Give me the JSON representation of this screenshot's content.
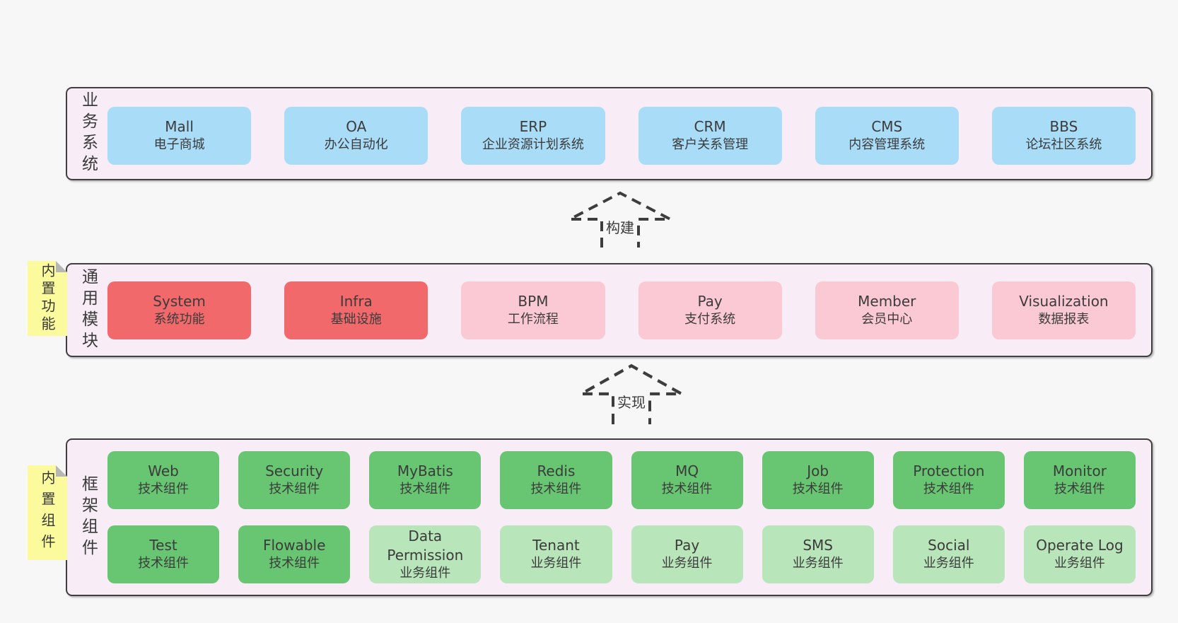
{
  "page": {
    "background": "#f7f7f7"
  },
  "colors": {
    "container_bg": "#f8edf6",
    "container_border": "#3f3f3f",
    "box_text": "#3b3b3b",
    "blue": "#a9dcf7",
    "red": "#f2696c",
    "pink": "#fbc9d3",
    "green": "#68c571",
    "green_light": "#b9e5ba",
    "note_bg": "#fbfb9e",
    "note_fold": "#b6b6b6",
    "arrow_stroke": "#3d3d3d"
  },
  "arrows": [
    {
      "label": "构建"
    },
    {
      "label": "实现"
    }
  ],
  "layers": [
    {
      "label": "业务系统",
      "boxes": [
        {
          "name": "Mall",
          "desc": "电子商城"
        },
        {
          "name": "OA",
          "desc": "办公自动化"
        },
        {
          "name": "ERP",
          "desc": "企业资源计划系统"
        },
        {
          "name": "CRM",
          "desc": "客户关系管理"
        },
        {
          "name": "CMS",
          "desc": "内容管理系统"
        },
        {
          "name": "BBS",
          "desc": "论坛社区系统"
        }
      ]
    },
    {
      "label": "通用模块",
      "note": "内置功能",
      "boxes": [
        {
          "name": "System",
          "desc": "系统功能"
        },
        {
          "name": "Infra",
          "desc": "基础设施"
        },
        {
          "name": "BPM",
          "desc": "工作流程"
        },
        {
          "name": "Pay",
          "desc": "支付系统"
        },
        {
          "name": "Member",
          "desc": "会员中心"
        },
        {
          "name": "Visualization",
          "desc": "数据报表"
        }
      ]
    },
    {
      "label": "框架组件",
      "note": "内置组件",
      "rows": [
        [
          {
            "name": "Web",
            "desc": "技术组件"
          },
          {
            "name": "Security",
            "desc": "技术组件"
          },
          {
            "name": "MyBatis",
            "desc": "技术组件"
          },
          {
            "name": "Redis",
            "desc": "技术组件"
          },
          {
            "name": "MQ",
            "desc": "技术组件"
          },
          {
            "name": "Job",
            "desc": "技术组件"
          },
          {
            "name": "Protection",
            "desc": "技术组件"
          },
          {
            "name": "Monitor",
            "desc": "技术组件"
          }
        ],
        [
          {
            "name": "Test",
            "desc": "技术组件"
          },
          {
            "name": "Flowable",
            "desc": "技术组件"
          },
          {
            "name": "Data\nPermission",
            "desc": "业务组件"
          },
          {
            "name": "Tenant",
            "desc": "业务组件"
          },
          {
            "name": "Pay",
            "desc": "业务组件"
          },
          {
            "name": "SMS",
            "desc": "业务组件"
          },
          {
            "name": "Social",
            "desc": "业务组件"
          },
          {
            "name": "Operate Log",
            "desc": "业务组件"
          }
        ]
      ]
    }
  ]
}
